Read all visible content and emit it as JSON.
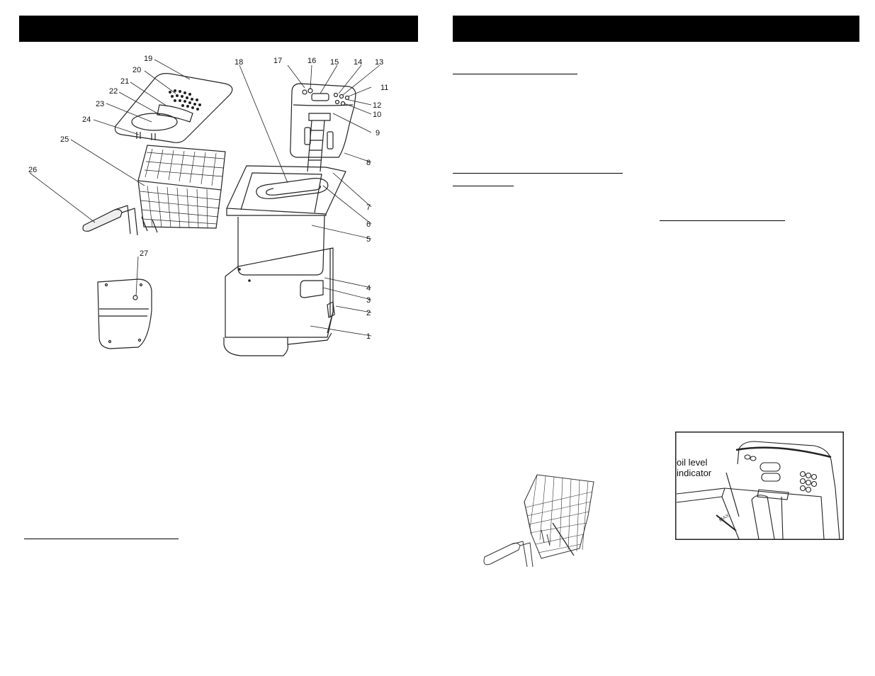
{
  "left_page": {
    "header_text": "",
    "part_numbers": [
      "1",
      "2",
      "3",
      "4",
      "5",
      "6",
      "7",
      "8",
      "9",
      "10",
      "11",
      "12",
      "13",
      "14",
      "15",
      "16",
      "17",
      "18",
      "19",
      "20",
      "21",
      "22",
      "23",
      "24",
      "25",
      "26",
      "27"
    ]
  },
  "right_page": {
    "header_text": "",
    "oil_figure": {
      "callout_line1": "oil level",
      "callout_line2": "indicator",
      "max_mark": "MAX"
    }
  }
}
